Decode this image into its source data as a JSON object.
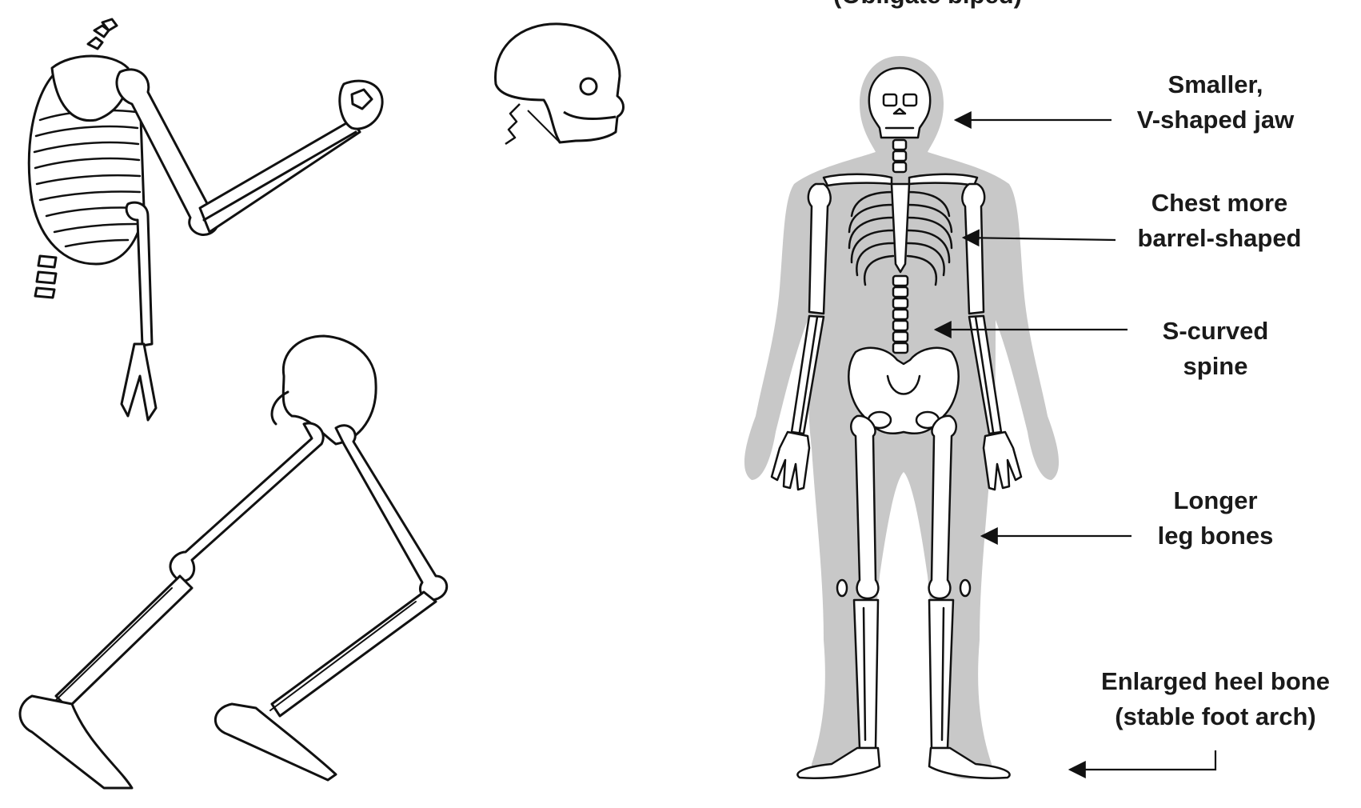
{
  "figure": {
    "header_partial": "(Obligate biped)",
    "labels": [
      {
        "lines": [
          "Smaller,",
          "V-shaped jaw"
        ]
      },
      {
        "lines": [
          "Chest more",
          "barrel-shaped"
        ]
      },
      {
        "lines": [
          "S-curved",
          "spine"
        ]
      },
      {
        "lines": [
          "Longer",
          "leg bones"
        ]
      },
      {
        "lines": [
          "Enlarged heel bone",
          "(stable foot arch)"
        ]
      }
    ]
  },
  "colors": {
    "outline": "#111111",
    "bone_fill": "#ffffff",
    "silhouette": "#c8c8c8",
    "text": "#1a1a1a"
  }
}
